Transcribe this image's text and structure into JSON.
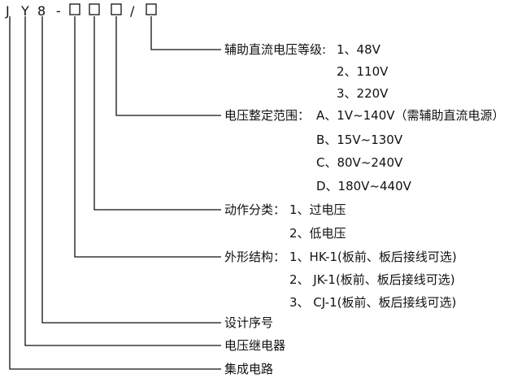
{
  "model_code": {
    "chars": [
      "J",
      "Y",
      "8",
      "-",
      "/"
    ],
    "placeholder_boxes": 4
  },
  "branches": {
    "aux_voltage": {
      "title": "辅助直流电压等级:",
      "options": [
        "1、48V",
        "2、110V",
        "3、220V"
      ]
    },
    "voltage_range": {
      "title": "电压整定范围：",
      "options": [
        "A、1V~140V（需辅助直流电源）",
        "B、15V~130V",
        "C、80V~240V",
        "D、180V~440V"
      ]
    },
    "action_type": {
      "title": "动作分类：",
      "options": [
        "1、过电压",
        "2、低电压"
      ]
    },
    "structure": {
      "title": "外形结构：",
      "options": [
        "1、HK-1(板前、板后接线可选)",
        "2、 JK-1(板前、板后接线可选)",
        "3、 CJ-1(板前、板后接线可选)"
      ]
    },
    "design_serial": {
      "title": "设计序号"
    },
    "relay": {
      "title": "电压继电器"
    },
    "integrated": {
      "title": "集成电路"
    }
  }
}
